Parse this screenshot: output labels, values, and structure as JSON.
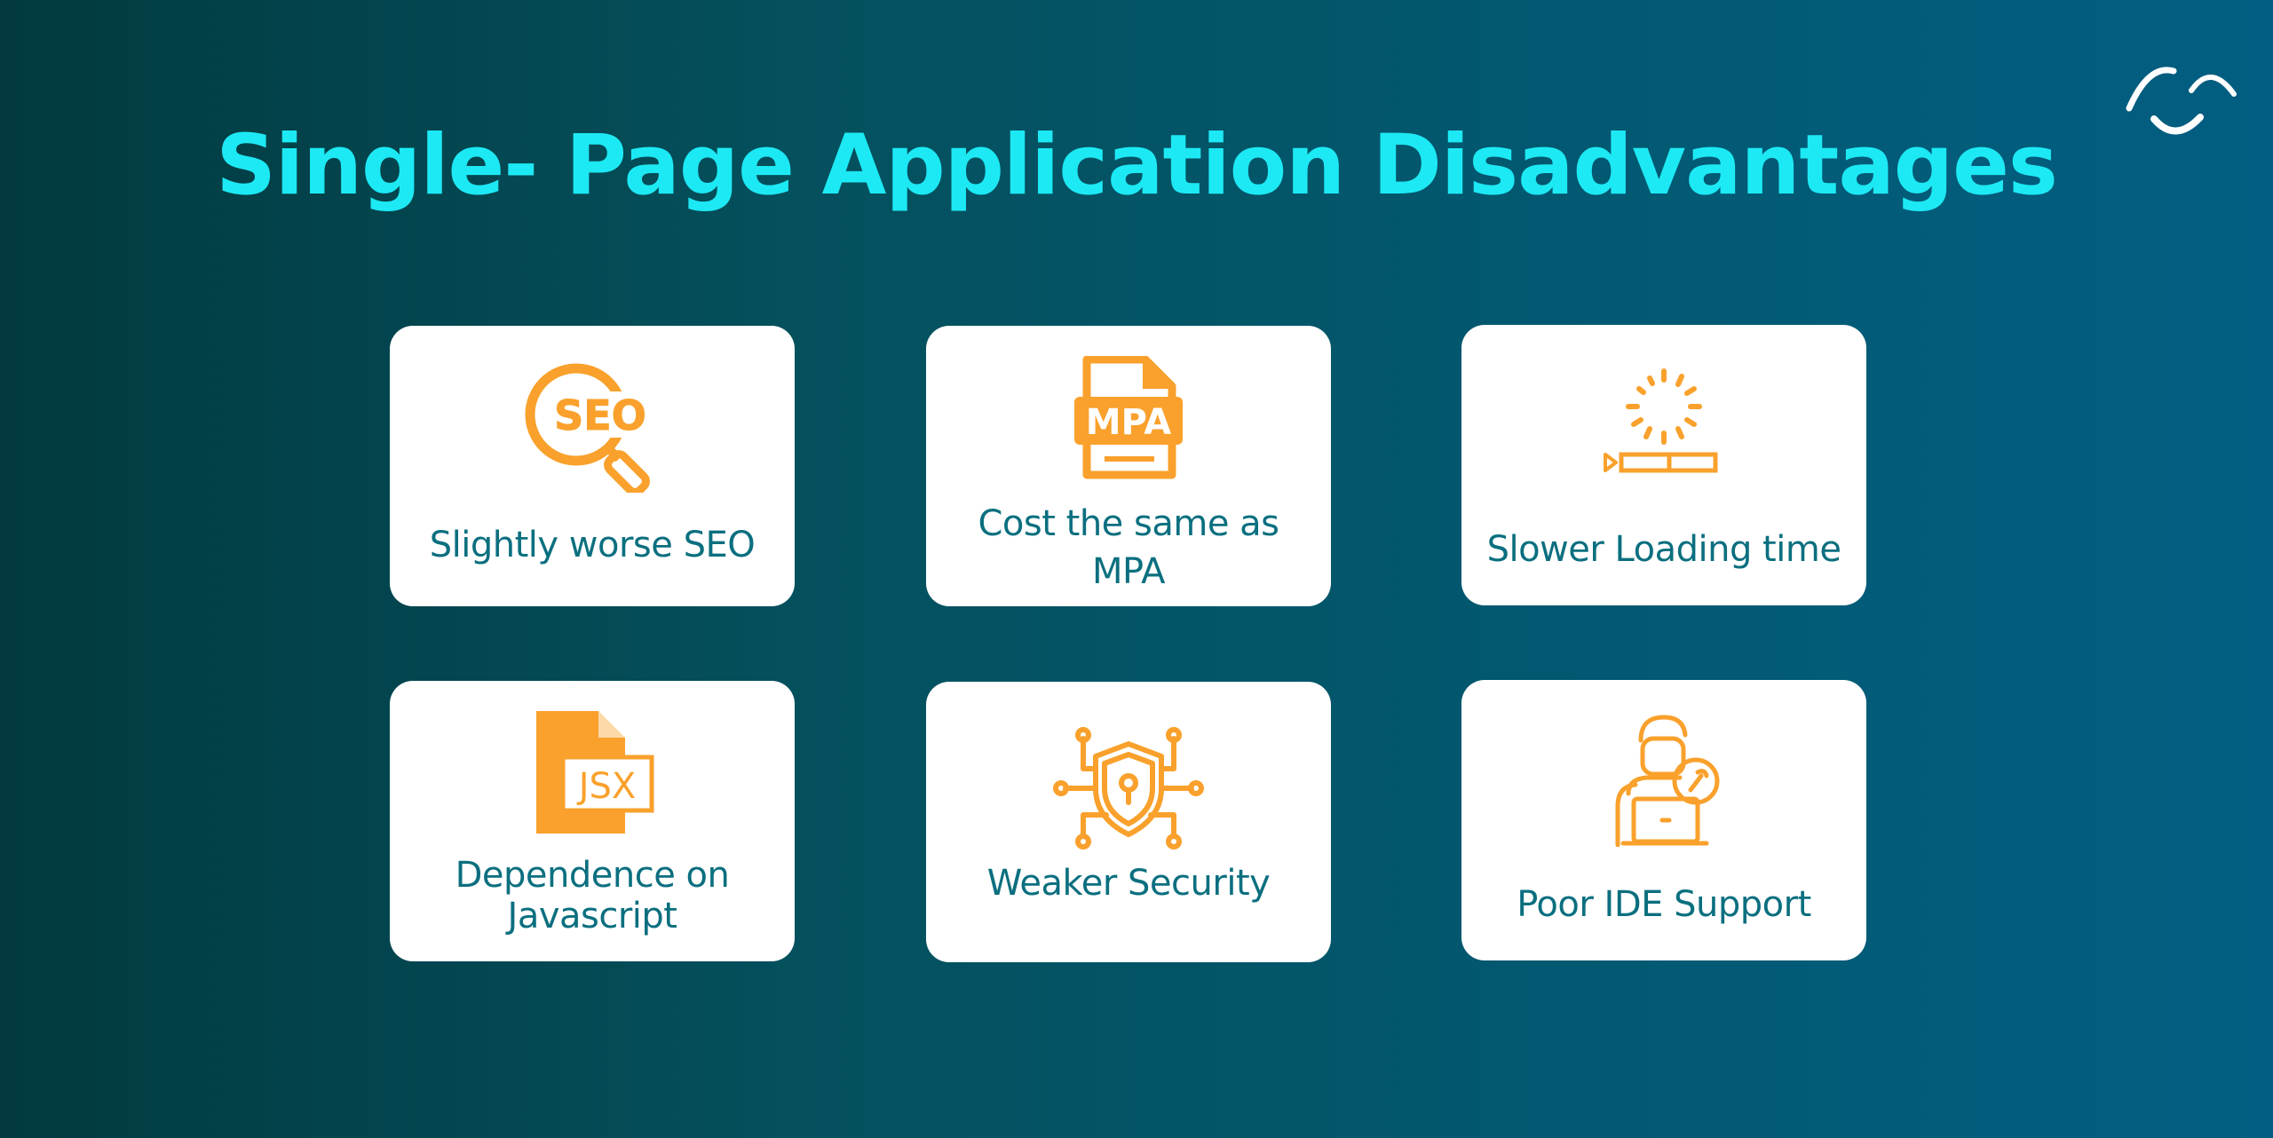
{
  "title": "Single- Page Application Disadvantages",
  "brand_icon": "smile-arc-logo",
  "colors": {
    "title": "#1de9f4",
    "icon": "#f9a12c",
    "label": "#0b6f7f",
    "card": "#ffffff"
  },
  "cards": [
    {
      "icon": "seo-magnifier-icon",
      "icon_text": "SEO",
      "label": "Slightly worse SEO"
    },
    {
      "icon": "mpa-file-icon",
      "icon_text": "MPA",
      "label_line1": "Cost the same as",
      "label_line2": "MPA"
    },
    {
      "icon": "loading-spinner-icon",
      "label": "Slower Loading time"
    },
    {
      "icon": "jsx-file-icon",
      "icon_text": "JSX",
      "label_line1": "Dependence on",
      "label_line2": "Javascript"
    },
    {
      "icon": "security-shield-icon",
      "label": "Weaker Security"
    },
    {
      "icon": "developer-support-icon",
      "label": "Poor IDE Support"
    }
  ]
}
